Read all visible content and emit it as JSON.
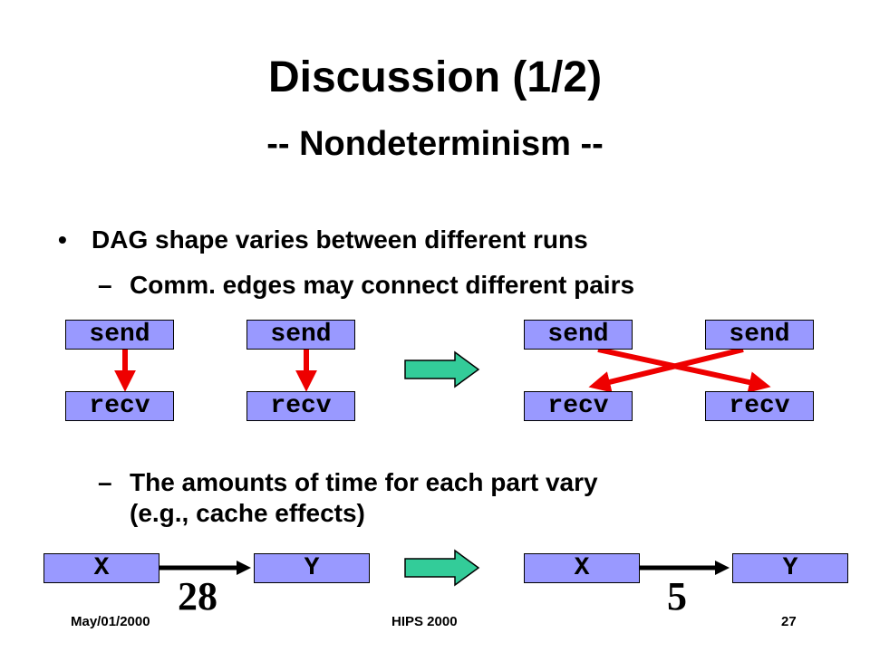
{
  "slide": {
    "title": "Discussion (1/2)",
    "subtitle": "-- Nondeterminism --",
    "bullet": "DAG shape varies between different runs",
    "sub1": "Comm. edges may connect different pairs",
    "sub2_line1": "The amounts of time for each part vary",
    "sub2_line2": "(e.g., cache effects)",
    "bullet_glyph": "•",
    "dash_glyph": "–"
  },
  "diagram1": {
    "send_label": "send",
    "recv_label": "recv"
  },
  "diagram2": {
    "x_label": "X",
    "y_label": "Y",
    "weight_before": "28",
    "weight_after": "5"
  },
  "footer": {
    "date": "May/01/2000",
    "event": "HIPS 2000",
    "page": "27"
  },
  "colors": {
    "box_fill": "#9999ff",
    "comm_arrow": "#ee0000",
    "transition_arrow": "#33cc99"
  }
}
